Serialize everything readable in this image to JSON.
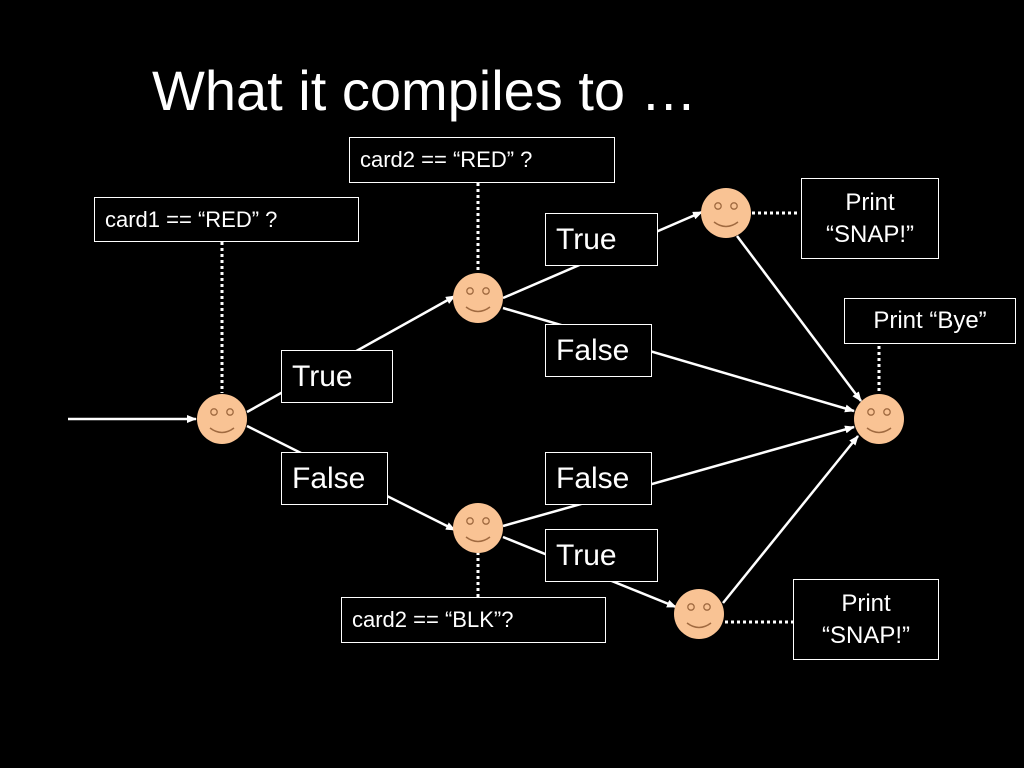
{
  "slide": {
    "title": "What it compiles to …"
  },
  "conditions": {
    "card1": "card1 == “RED” ?",
    "card2_red": "card2 == “RED” ?",
    "card2_blk": "card2 == “BLK”?"
  },
  "branches": {
    "card1_true": "True",
    "card1_false": "False",
    "red_true": "True",
    "red_false": "False",
    "blk_false": "False",
    "blk_true": "True"
  },
  "actions": {
    "snap_top": {
      "line1": "Print",
      "line2": "“SNAP!”"
    },
    "bye": "Print “Bye”",
    "snap_bottom": {
      "line1": "Print",
      "line2": "“SNAP!”"
    }
  },
  "colors": {
    "background": "#000000",
    "foreground": "#ffffff",
    "node_fill": "#f9c394",
    "node_face": "#a06a40"
  },
  "node_icon": "smiley-face"
}
